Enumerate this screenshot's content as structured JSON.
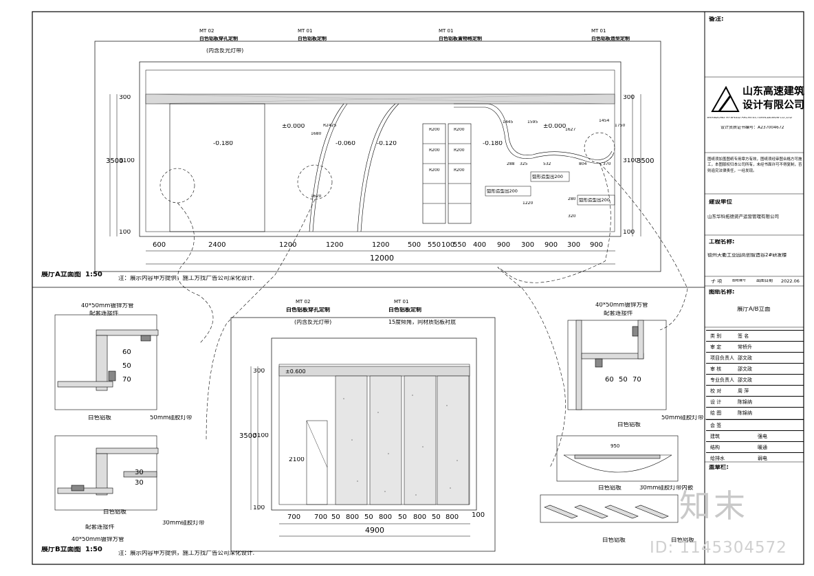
{
  "title_block": {
    "notes_label": "备注:",
    "company_cn_1": "山东高速建筑",
    "company_cn_2": "设计有限公司",
    "company_en": "SHANDONG HI-SPEED ARCHITECTURALDESIGN CO.,LTD",
    "cert": "设计资质证书编号：A237004672",
    "disclaimer": "图纸须加盖图纸专用章方有效，图纸须经审图合格方可施工，本图版权归本公司所有，未经书面许可不得复制，否则追究法律责任，一经发现。",
    "client_label": "建设单位",
    "client_name": "山东华科拓德资产运营管理有限公司",
    "project_label": "工程名称:",
    "project_name": "德州天衢工业园高创智造谷2#研发楼",
    "sub_item": "子 项",
    "drawing_no_label": "图纸编号",
    "date_label": "出图日期",
    "date": "2022.06",
    "drawing_name_label": "图纸名称:",
    "drawing_name": "展厅A/B立面",
    "roles": [
      {
        "role": "类 别",
        "name": "签 名"
      },
      {
        "role": "审 定",
        "name": "常桥升"
      },
      {
        "role": "项目负责人",
        "name": "邵文政"
      },
      {
        "role": "审 核",
        "name": "邵文政"
      },
      {
        "role": "专业负责人",
        "name": "邵文政"
      },
      {
        "role": "校 对",
        "name": "周 萍"
      },
      {
        "role": "设 计",
        "name": "陈锦纳"
      },
      {
        "role": "绘 图",
        "name": "陈锦纳"
      }
    ],
    "cosign": "会 签",
    "cosign_rows": [
      {
        "a": "建筑",
        "b": "强电"
      },
      {
        "a": "结构",
        "b": "暖通"
      },
      {
        "a": "给排水",
        "b": "弱电"
      }
    ],
    "stamp_label": "盖章栏:"
  },
  "elevation_a": {
    "title": "展厅A立面图",
    "scale": "1:50",
    "note": "注：展示内容甲方提供，施工方找广告公司深化设计.",
    "callouts": [
      {
        "code": "MT 02",
        "text": "白色铝板穿孔定制",
        "sub": "(内含反光灯带)"
      },
      {
        "code": "MT 01",
        "text": "白色铝板定制",
        "sub": ""
      },
      {
        "code": "MT 01",
        "text": "白色铝板置物格定制",
        "sub": ""
      },
      {
        "code": "MT 01",
        "text": "白色铝板造型定制",
        "sub": ""
      }
    ],
    "levels": [
      "-0.180",
      "±0.000",
      "-0.060",
      "-0.120",
      "-0.180",
      "±0.000"
    ],
    "dims_bottom": [
      "600",
      "2400",
      "1200",
      "1200",
      "1200",
      "500",
      "550",
      "100",
      "550",
      "400",
      "900",
      "300",
      "900",
      "300",
      "900"
    ],
    "total": "12000",
    "left_dims": [
      "300",
      "3100",
      "100"
    ],
    "left_total": "3500",
    "right_dims": [
      "300",
      "3100",
      "100"
    ],
    "right_total": "3500",
    "shelf_labels": [
      "R200",
      "R200",
      "R200",
      "R200",
      "R200",
      "R200"
    ],
    "arc_labels": [
      "弧形造型出200",
      "弧形造型出200",
      "弧形造型出200"
    ],
    "wave_dims": [
      "288",
      "325",
      "532",
      "804",
      "370"
    ],
    "misc": [
      "R2425",
      "1680",
      "1620",
      "1595",
      "1627",
      "1454",
      "1750",
      "1220",
      "280",
      "320",
      "1445"
    ]
  },
  "elevation_b": {
    "title": "展厅B立面图",
    "scale": "1:50",
    "note": "注：展示内容甲方提供，施工方找广告公司深化设计.",
    "callouts": [
      {
        "code": "MT 02",
        "text": "白色铝板穿孔定制",
        "sub": "(内含反光灯带)"
      },
      {
        "code": "MT 01",
        "text": "白色铝板定制",
        "sub": "15度倾角，同材质铝板衬底"
      }
    ],
    "level": "±0.600",
    "left_dims": [
      "300",
      "3100",
      "100"
    ],
    "left_total": "3500",
    "door_height": "2100",
    "dims_bottom": [
      "700",
      "700",
      "50",
      "800",
      "50",
      "800",
      "50",
      "800",
      "50",
      "800",
      "100"
    ],
    "total": "4900"
  },
  "details": {
    "pipe": "40*50mm镀锌方管",
    "connector": "配套连接件",
    "panel": "白色铝板",
    "strip_50": "50mm硅胶灯带",
    "strip_30": "30mm硅胶灯带",
    "strip_30_inner": "30mm硅胶灯带内嵌",
    "dims_left": [
      "60",
      "50",
      "70"
    ],
    "dims_left2": [
      "30",
      "30"
    ],
    "dims_right": [
      "60",
      "50",
      "70"
    ],
    "section_width": "950"
  },
  "watermark": {
    "logo": "知末",
    "id": "ID: 1145304572"
  }
}
